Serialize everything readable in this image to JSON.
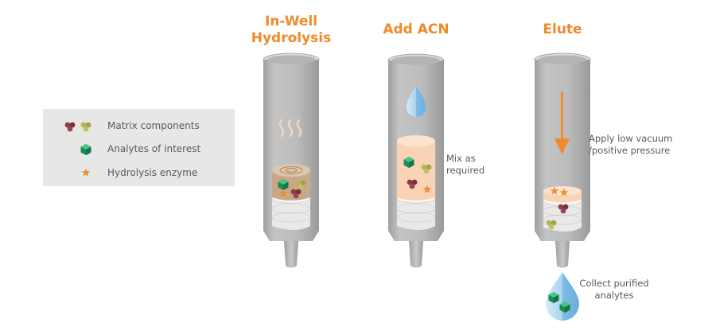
{
  "steps": [
    {
      "title_line1": "In-Well",
      "title_line2": "Hydrolysis"
    },
    {
      "title": "Add ACN",
      "note_line1": "Mix as",
      "note_line2": "required"
    },
    {
      "title": "Elute",
      "note_line1": "Apply low vacuum",
      "note_line2": "/positive pressure"
    }
  ],
  "collect": {
    "line1": "Collect purified",
    "line2": "analytes"
  },
  "legend": {
    "items": [
      {
        "label": "Matrix components",
        "icon": "matrix-cluster-icon"
      },
      {
        "label": "Analytes of interest",
        "icon": "green-cube-icon"
      },
      {
        "label": "Hydrolysis enzyme",
        "icon": "orange-star-icon"
      }
    ]
  },
  "colors": {
    "title": "#f08a2c",
    "tube": "#bdbdbd",
    "tube_dark": "#a9a9a9",
    "matrix_red": "#8b3a46",
    "matrix_olive": "#b6b35a",
    "analyte": "#2fa36b",
    "enzyme": "#f08a2c",
    "acn_drop": "#a8d3ee",
    "sorbent_orange": "#f9d3b3",
    "hydrolysis_top": "#c9a88a"
  }
}
